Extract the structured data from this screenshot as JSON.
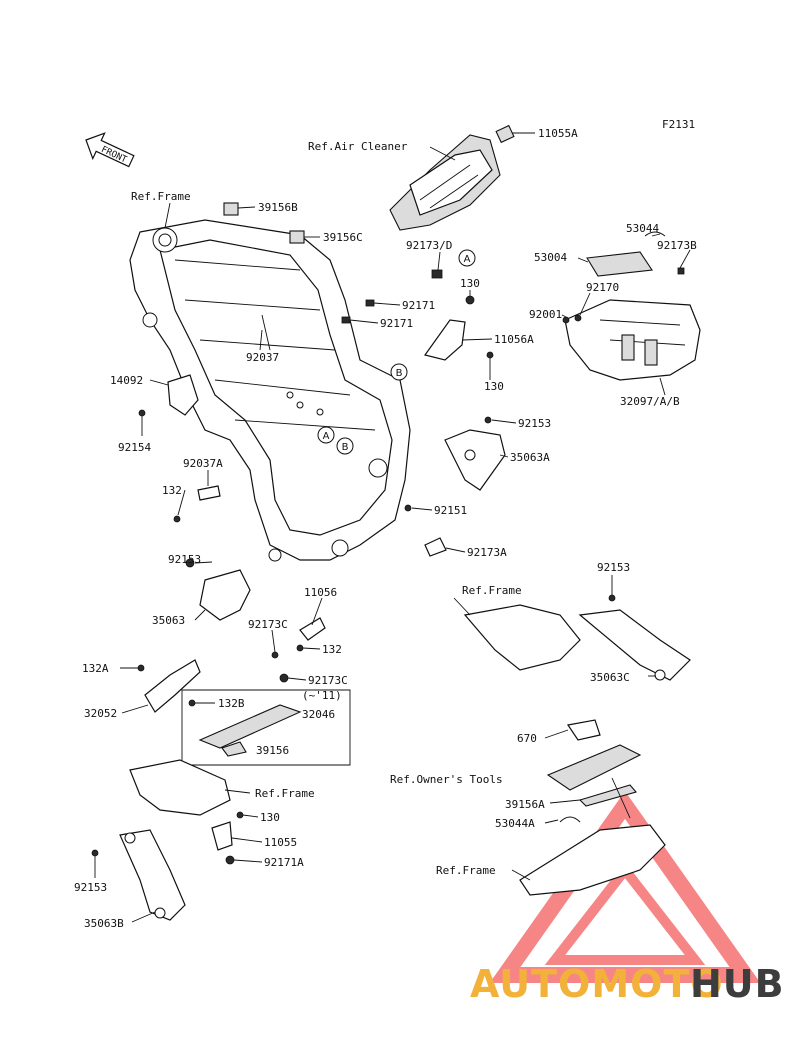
{
  "figure_code": "F2131",
  "front_marker": "FRONT",
  "labels": {
    "ref_air_cleaner": "Ref.Air Cleaner",
    "p11055A": "11055A",
    "ref_frame_top": "Ref.Frame",
    "p39156B": "39156B",
    "p39156C": "39156C",
    "p92173D": "92173/D",
    "p92171a": "92171",
    "p92171b": "92171",
    "p130a": "130",
    "p11056A": "11056A",
    "p130b": "130",
    "p92037": "92037",
    "p14092": "14092",
    "p92154": "92154",
    "p92153a": "92153",
    "p35063A": "35063A",
    "p92037A": "92037A",
    "p132a": "132",
    "p92151": "92151",
    "p92173A": "92173A",
    "p92153b": "92153",
    "p11056": "11056",
    "p35063": "35063",
    "p92173Ca": "92173C",
    "p132b": "132",
    "p92173Cb": "92173C",
    "p132A": "132A",
    "p32052": "32052",
    "p132B": "132B",
    "p11_note": "(~'11)",
    "p32046": "32046",
    "p39156": "39156",
    "ref_frame_mid": "Ref.Frame",
    "p130c": "130",
    "p11055": "11055",
    "p92171A": "92171A",
    "p92153c": "92153",
    "p35063B": "35063B",
    "p53044": "53044",
    "p53004": "53004",
    "p92173B": "92173B",
    "p92170": "92170",
    "p92001": "92001",
    "p32097": "32097/A/B",
    "p92153d": "92153",
    "ref_frame_right": "Ref.Frame",
    "p35063C": "35063C",
    "p670": "670",
    "ref_owners_tools": "Ref.Owner's Tools",
    "p39156A": "39156A",
    "p53044A": "53044A",
    "ref_frame_bottom": "Ref.Frame"
  },
  "callouts": {
    "A1": "A",
    "B1": "B",
    "A2": "A",
    "B2": "B"
  },
  "watermark": {
    "part1": "AUTOMOTO",
    "part2": "HUB",
    "color1": "#f2b23a",
    "color2": "#3d3d3d",
    "accent": "#e22222"
  }
}
